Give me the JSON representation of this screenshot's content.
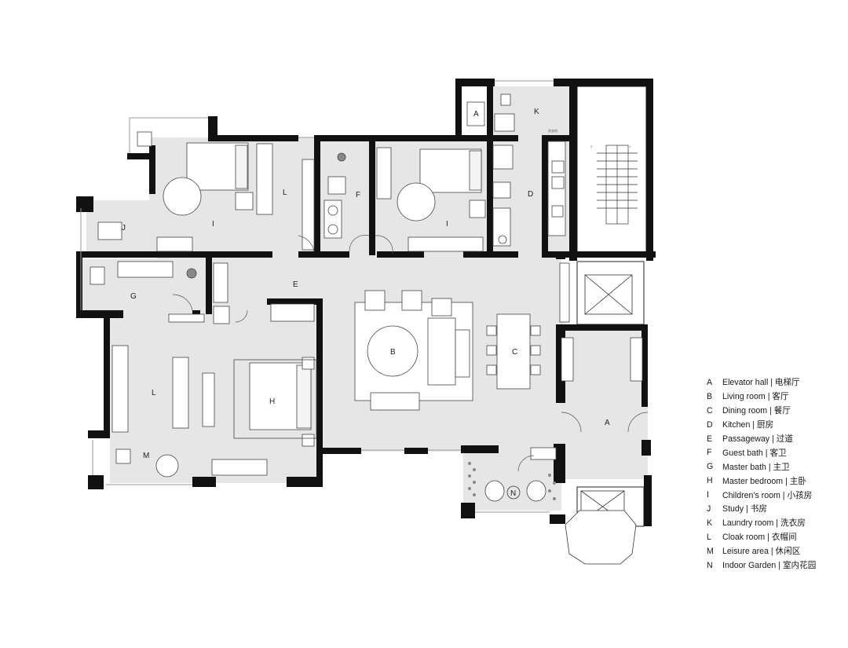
{
  "rooms": {
    "A": "A",
    "B": "B",
    "C": "C",
    "D": "D",
    "E": "E",
    "F": "F",
    "G": "G",
    "H": "H",
    "I": "I",
    "J": "J",
    "K": "K",
    "L": "L",
    "M": "M",
    "N": "N"
  },
  "notes": {
    "laundry": "洗衣机",
    "stair_3": "3",
    "stair_1": "1"
  },
  "legend": [
    {
      "letter": "A",
      "text": "Elevator hall | 电梯厅"
    },
    {
      "letter": "B",
      "text": "Living room | 客厅"
    },
    {
      "letter": "C",
      "text": "Dining room | 餐厅"
    },
    {
      "letter": "D",
      "text": "Kitchen | 厨房"
    },
    {
      "letter": "E",
      "text": "Passageway | 过道"
    },
    {
      "letter": "F",
      "text": "Guest bath | 客卫"
    },
    {
      "letter": "G",
      "text": "Master bath | 主卫"
    },
    {
      "letter": "H",
      "text": "Master bedroom | 主卧"
    },
    {
      "letter": "I",
      "text": "Children's room | 小孩房"
    },
    {
      "letter": "J",
      "text": "Study | 书房"
    },
    {
      "letter": "K",
      "text": "Laundry room | 洗衣房"
    },
    {
      "letter": "L",
      "text": "Cloak room | 衣帽间"
    },
    {
      "letter": "M",
      "text": "Leisure area | 休闲区"
    },
    {
      "letter": "N",
      "text": "Indoor Garden | 室内花园"
    }
  ]
}
